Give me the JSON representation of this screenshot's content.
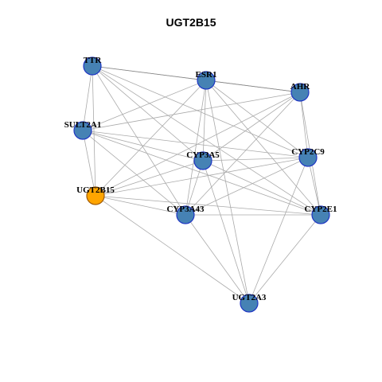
{
  "title": "UGT2B15",
  "colors": {
    "node_default": "#4682b4",
    "node_focus": "#ffa500",
    "node_border": "#1f36c4",
    "edge": "#aaaaaa"
  },
  "nodes": [
    {
      "id": "TTR",
      "label": "TTR",
      "focus": false
    },
    {
      "id": "ESR1",
      "label": "ESR1",
      "focus": false
    },
    {
      "id": "AHR",
      "label": "AHR",
      "focus": false
    },
    {
      "id": "SULT2A1",
      "label": "SULT2A1",
      "focus": false
    },
    {
      "id": "CYP3A5",
      "label": "CYP3A5",
      "focus": false
    },
    {
      "id": "CYP2C9",
      "label": "CYP2C9",
      "focus": false
    },
    {
      "id": "UGT2B15",
      "label": "UGT2B15",
      "focus": true
    },
    {
      "id": "CYP3A43",
      "label": "CYP3A43",
      "focus": false
    },
    {
      "id": "CYP2E1",
      "label": "CYP2E1",
      "focus": false
    },
    {
      "id": "UGT2A3",
      "label": "UGT2A3",
      "focus": false
    }
  ],
  "edges": [
    [
      "TTR",
      "ESR1"
    ],
    [
      "TTR",
      "AHR"
    ],
    [
      "TTR",
      "SULT2A1"
    ],
    [
      "TTR",
      "UGT2B15"
    ],
    [
      "TTR",
      "CYP3A5"
    ],
    [
      "TTR",
      "CYP2C9"
    ],
    [
      "TTR",
      "CYP3A43"
    ],
    [
      "TTR",
      "CYP2E1"
    ],
    [
      "ESR1",
      "AHR"
    ],
    [
      "ESR1",
      "SULT2A1"
    ],
    [
      "ESR1",
      "CYP3A5"
    ],
    [
      "ESR1",
      "CYP2C9"
    ],
    [
      "ESR1",
      "UGT2B15"
    ],
    [
      "ESR1",
      "CYP3A43"
    ],
    [
      "ESR1",
      "CYP2E1"
    ],
    [
      "ESR1",
      "UGT2A3"
    ],
    [
      "AHR",
      "SULT2A1"
    ],
    [
      "AHR",
      "CYP3A5"
    ],
    [
      "AHR",
      "CYP2C9"
    ],
    [
      "AHR",
      "UGT2B15"
    ],
    [
      "AHR",
      "CYP3A43"
    ],
    [
      "AHR",
      "CYP2E1"
    ],
    [
      "SULT2A1",
      "CYP3A5"
    ],
    [
      "SULT2A1",
      "CYP2C9"
    ],
    [
      "SULT2A1",
      "UGT2B15"
    ],
    [
      "SULT2A1",
      "CYP3A43"
    ],
    [
      "SULT2A1",
      "CYP2E1"
    ],
    [
      "CYP3A5",
      "CYP2C9"
    ],
    [
      "CYP3A5",
      "UGT2B15"
    ],
    [
      "CYP3A5",
      "CYP3A43"
    ],
    [
      "CYP3A5",
      "CYP2E1"
    ],
    [
      "CYP3A5",
      "UGT2A3"
    ],
    [
      "CYP2C9",
      "UGT2B15"
    ],
    [
      "CYP2C9",
      "CYP3A43"
    ],
    [
      "CYP2C9",
      "CYP2E1"
    ],
    [
      "CYP2C9",
      "UGT2A3"
    ],
    [
      "UGT2B15",
      "CYP3A43"
    ],
    [
      "UGT2B15",
      "CYP2E1"
    ],
    [
      "UGT2B15",
      "UGT2A3"
    ],
    [
      "CYP3A43",
      "CYP2E1"
    ],
    [
      "CYP3A43",
      "UGT2A3"
    ],
    [
      "CYP2E1",
      "UGT2A3"
    ]
  ]
}
